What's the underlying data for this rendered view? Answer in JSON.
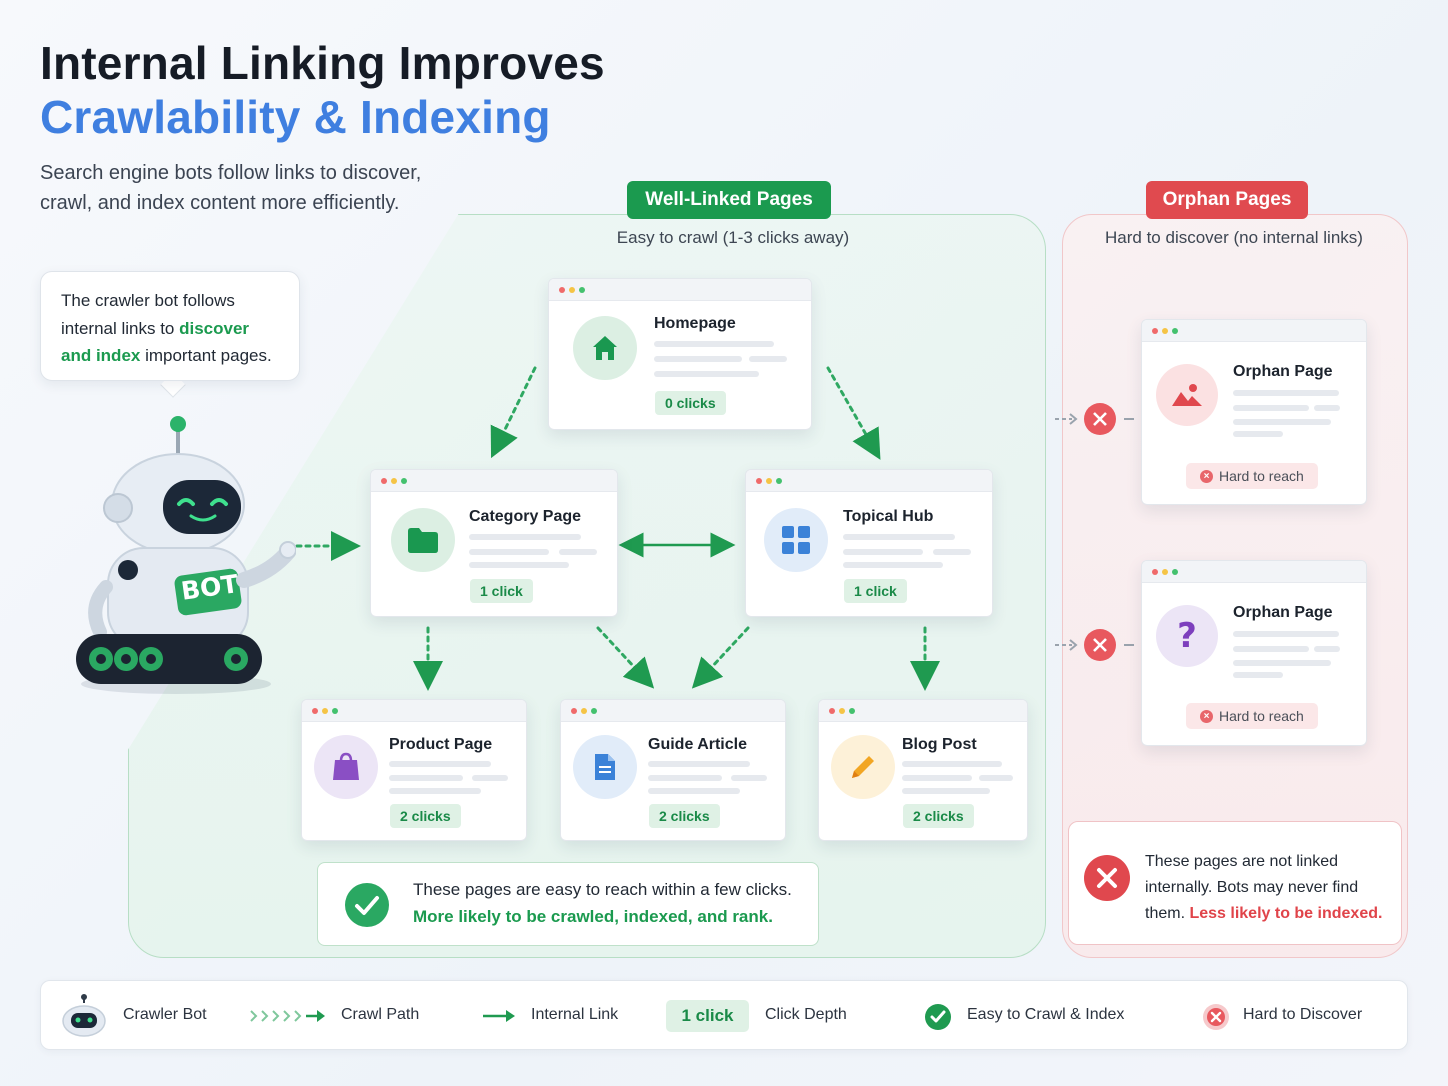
{
  "header": {
    "title_line1": "Internal Linking Improves",
    "title_line2": "Crawlability & Indexing",
    "subtitle": "Search engine bots follow links to discover, crawl, and index content more efficiently."
  },
  "bubble": {
    "text_a": "The crawler bot follows internal links to ",
    "text_b": "discover and index",
    "text_c": " important pages."
  },
  "robot": {
    "label": "BOT"
  },
  "well_linked": {
    "label": "Well-Linked Pages",
    "subtitle": "Easy to crawl (1-3 clicks away)",
    "pages": [
      {
        "name": "Homepage",
        "clicks": "0 clicks",
        "icon": "home-icon"
      },
      {
        "name": "Category Page",
        "clicks": "1 click",
        "icon": "folder-icon"
      },
      {
        "name": "Topical Hub",
        "clicks": "1 click",
        "icon": "grid-icon"
      },
      {
        "name": "Product Page",
        "clicks": "2 clicks",
        "icon": "shopping-bag-icon"
      },
      {
        "name": "Guide Article",
        "clicks": "2 clicks",
        "icon": "document-icon"
      },
      {
        "name": "Blog Post",
        "clicks": "2 clicks",
        "icon": "pencil-icon"
      }
    ],
    "info_line1": "These pages are easy to reach within a few clicks.",
    "info_line2": "More likely to be crawled, indexed, and rank."
  },
  "orphan": {
    "label": "Orphan Pages",
    "subtitle": "Hard to discover (no internal links)",
    "pages": [
      {
        "name": "Orphan Page",
        "status": "Hard to reach",
        "icon": "image-icon"
      },
      {
        "name": "Orphan Page",
        "status": "Hard to reach",
        "icon": "question-icon"
      }
    ],
    "info_a": "These pages are not linked internally. Bots may never find them. ",
    "info_b": "Less likely to be indexed."
  },
  "legend": {
    "crawler_bot": "Crawler Bot",
    "crawl_path": "Crawl Path",
    "internal_link": "Internal Link",
    "click_sample": "1 click",
    "click_depth": "Click Depth",
    "easy": "Easy to Crawl & Index",
    "hard": "Hard to Discover"
  },
  "colors": {
    "green": "#1b9a4f",
    "blue": "#3f7fe0",
    "red": "#e04a4f"
  }
}
